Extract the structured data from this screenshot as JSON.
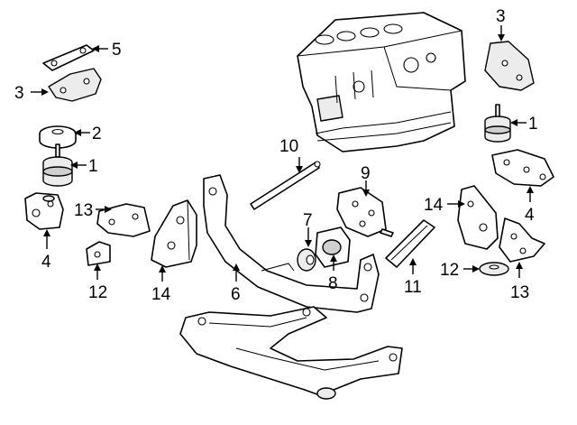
{
  "callouts": {
    "n1_left": "1",
    "n1_right": "1",
    "n2": "2",
    "n3_left": "3",
    "n3_right": "3",
    "n4_left": "4",
    "n4_right": "4",
    "n5": "5",
    "n6": "6",
    "n7": "7",
    "n8": "8",
    "n9": "9",
    "n10": "10",
    "n11": "11",
    "n12_left": "12",
    "n12_right": "12",
    "n13_left": "13",
    "n13_right": "13",
    "n14_left": "14",
    "n14_right": "14"
  }
}
